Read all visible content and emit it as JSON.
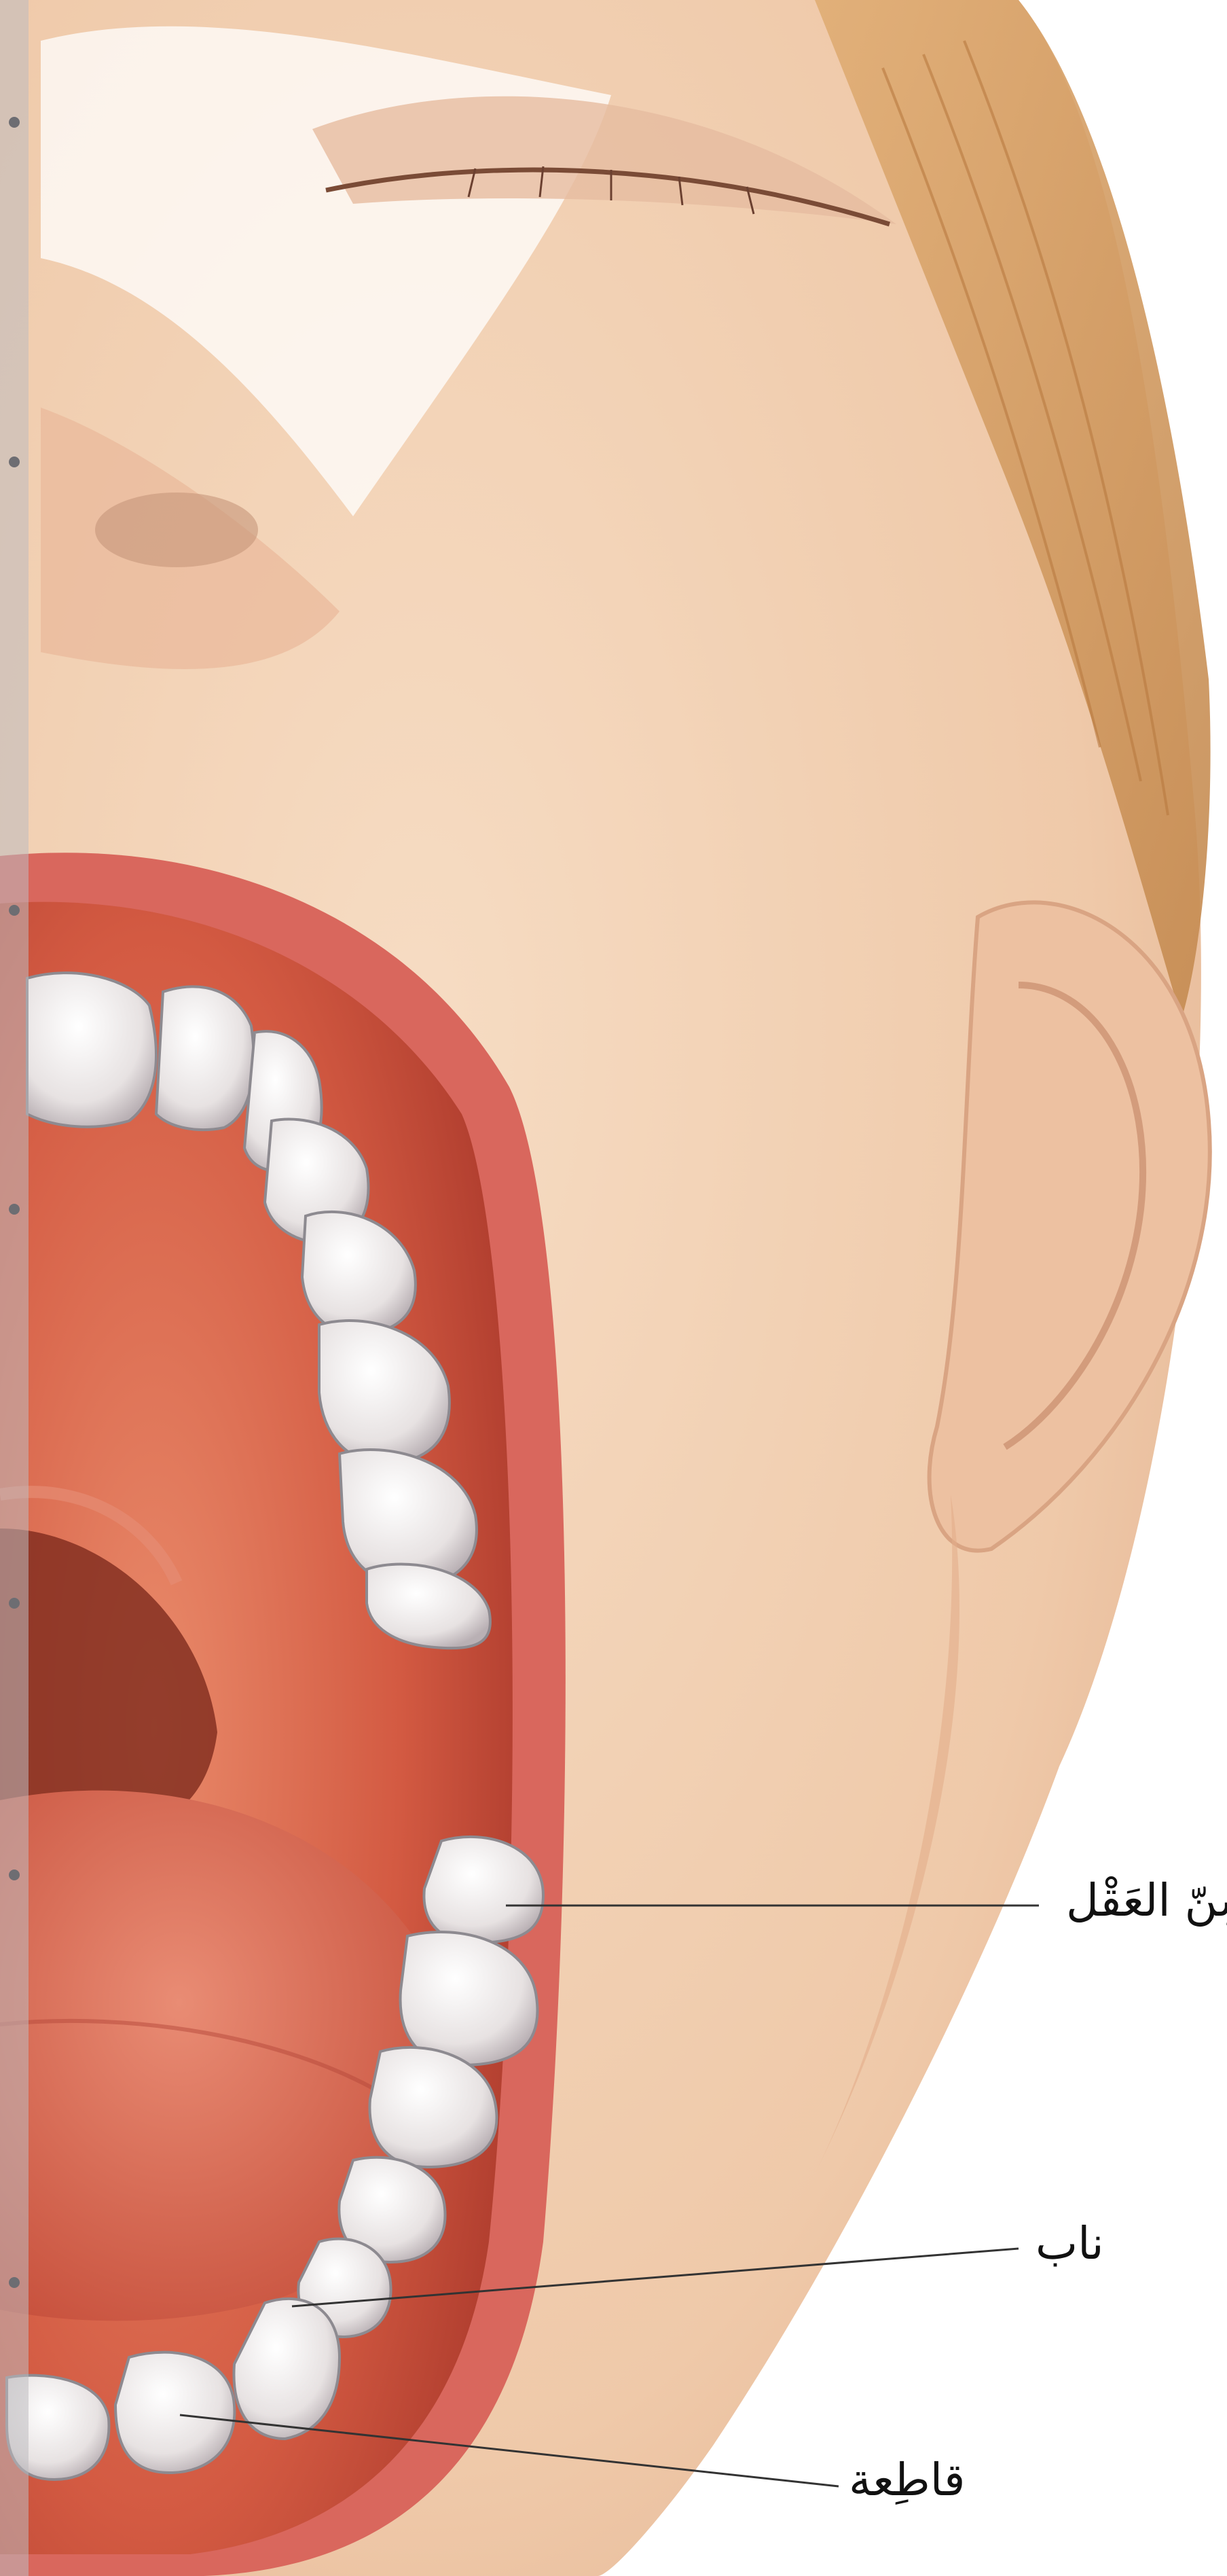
{
  "labels": {
    "wisdom_tooth": "سِنّ العَقْل",
    "canine": "ناب",
    "incisor": "قاطِعة"
  },
  "colors": {
    "background": "#ffffff",
    "skin": "#f3d2b6",
    "skin_shadow": "#e3b394",
    "lips": "#d9665c",
    "mouth_inside": "#c0392b",
    "tongue": "#d65b47",
    "teeth": "#eeeae8",
    "tooth_shadow": "#c9c1c4",
    "hair": "#d49a5e",
    "leader_line": "#333333"
  }
}
